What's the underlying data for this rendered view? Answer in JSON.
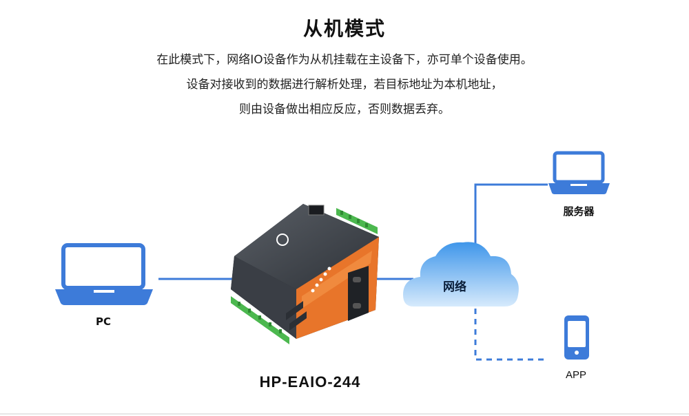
{
  "title": "从机模式",
  "description": [
    "在此模式下，网络IO设备作为从机挂载在主设备下，亦可单个设备使用。",
    "设备对接收到的数据进行解析处理，若目标地址为本机地址，",
    "则由设备做出相应反应，否则数据丢弃。"
  ],
  "nodes": {
    "pc": "PC",
    "server": "服务器",
    "app": "APP",
    "network": "网络",
    "device": "HP-EAIO-244"
  },
  "colors": {
    "accent_blue": "#3d7bd9",
    "device_orange": "#e8752a",
    "terminal_green": "#4cb84f",
    "cloud_light": "#cfe6fb",
    "cloud_dark": "#5aaaf0"
  }
}
